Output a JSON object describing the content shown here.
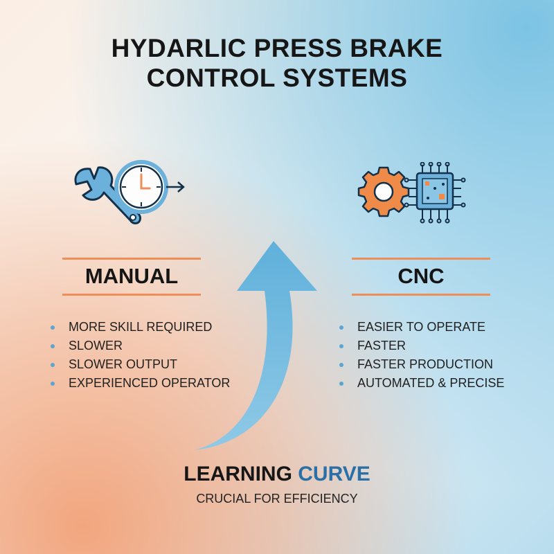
{
  "title": {
    "line1": "HYDARLIC PRESS BRAKE",
    "line2": "CONTROL SYSTEMS"
  },
  "manual": {
    "heading": "MANUAL",
    "icon": "wrench-clock-icon",
    "items": [
      "MORE SKILL REQUIRED",
      "SLOWER",
      "SLOWER OUTPUT",
      "EXPERIENCED OPERATOR"
    ]
  },
  "cnc": {
    "heading": "CNC",
    "icon": "gear-chip-icon",
    "items": [
      "EASIER TO OPERATE",
      "FASTER",
      "FASTER PRODUCTION",
      "AUTOMATED & PRECISE"
    ]
  },
  "footer": {
    "title_part1": "LEARNING",
    "title_part2": "CURVE",
    "subtitle": "CRUCIAL FOR EFFICIENCY"
  },
  "colors": {
    "accent_orange": "#ee8d55",
    "accent_blue": "#5aa6d1",
    "curve_blue": "#2a6fa6"
  }
}
